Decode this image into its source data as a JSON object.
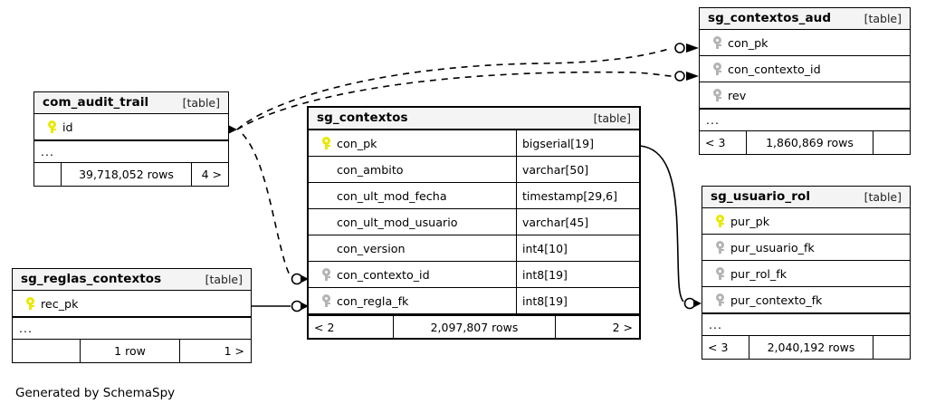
{
  "diagram": {
    "caption": "Generated by SchemaSpy",
    "type_tag": "[table]",
    "ellipsis": "...",
    "pk_icon": "key-icon-primary",
    "fk_icon": "key-icon-foreign"
  },
  "tables": [
    {
      "id": "com_audit_trail",
      "name": "com_audit_trail",
      "type_tag": "[table]",
      "columns": [
        {
          "name": "id",
          "type": "",
          "key": "pk"
        }
      ],
      "has_ellipsis": true,
      "footer": {
        "left": "",
        "middle": "39,718,052 rows",
        "right": "4 >"
      }
    },
    {
      "id": "sg_reglas_contextos",
      "name": "sg_reglas_contextos",
      "type_tag": "[table]",
      "columns": [
        {
          "name": "rec_pk",
          "type": "",
          "key": "pk"
        }
      ],
      "has_ellipsis": true,
      "footer": {
        "left": "",
        "middle": "1 row",
        "right": "1 >"
      }
    },
    {
      "id": "sg_contextos",
      "name": "sg_contextos",
      "type_tag": "[table]",
      "columns": [
        {
          "name": "con_pk",
          "type": "bigserial[19]",
          "key": "pk"
        },
        {
          "name": "con_ambito",
          "type": "varchar[50]",
          "key": "none"
        },
        {
          "name": "con_ult_mod_fecha",
          "type": "timestamp[29,6]",
          "key": "none"
        },
        {
          "name": "con_ult_mod_usuario",
          "type": "varchar[45]",
          "key": "none"
        },
        {
          "name": "con_version",
          "type": "int4[10]",
          "key": "none"
        },
        {
          "name": "con_contexto_id",
          "type": "int8[19]",
          "key": "fk"
        },
        {
          "name": "con_regla_fk",
          "type": "int8[19]",
          "key": "fk"
        }
      ],
      "has_ellipsis": false,
      "footer": {
        "left": "< 2",
        "middle": "2,097,807 rows",
        "right": "2 >"
      }
    },
    {
      "id": "sg_contextos_aud",
      "name": "sg_contextos_aud",
      "type_tag": "[table]",
      "columns": [
        {
          "name": "con_pk",
          "type": "",
          "key": "fk"
        },
        {
          "name": "con_contexto_id",
          "type": "",
          "key": "fk"
        },
        {
          "name": "rev",
          "type": "",
          "key": "fk"
        }
      ],
      "has_ellipsis": true,
      "footer": {
        "left": "< 3",
        "middle": "1,860,869 rows",
        "right": ""
      }
    },
    {
      "id": "sg_usuario_rol",
      "name": "sg_usuario_rol",
      "type_tag": "[table]",
      "columns": [
        {
          "name": "pur_pk",
          "type": "",
          "key": "pk"
        },
        {
          "name": "pur_usuario_fk",
          "type": "",
          "key": "fk"
        },
        {
          "name": "pur_rol_fk",
          "type": "",
          "key": "fk"
        },
        {
          "name": "pur_contexto_fk",
          "type": "",
          "key": "fk"
        }
      ],
      "has_ellipsis": true,
      "footer": {
        "left": "< 3",
        "middle": "2,040,192 rows",
        "right": ""
      }
    }
  ],
  "relationships": [
    {
      "id": "rel-audit-to-aud-conpk",
      "style": "dashed",
      "from": "com_audit_trail.id",
      "to": "sg_contextos_aud.con_pk"
    },
    {
      "id": "rel-audit-to-aud-contextoid",
      "style": "dashed",
      "from": "com_audit_trail.id",
      "to": "sg_contextos_aud.con_contexto_id"
    },
    {
      "id": "rel-audit-to-contextos-contextoid",
      "style": "dashed",
      "from": "com_audit_trail.id",
      "to": "sg_contextos.con_contexto_id"
    },
    {
      "id": "rel-reglas-to-contextos-reglafk",
      "style": "solid",
      "from": "sg_reglas_contextos.rec_pk",
      "to": "sg_contextos.con_regla_fk"
    },
    {
      "id": "rel-contextos-to-usuariorol",
      "style": "solid",
      "from": "sg_contextos.con_pk",
      "to": "sg_usuario_rol.pur_contexto_fk"
    }
  ],
  "colors": {
    "pk_key": "#e8e800",
    "fk_key": "#b4b4b4",
    "header_bg": "#f4f4f4",
    "border": "#000000",
    "background": "#ffffff"
  }
}
